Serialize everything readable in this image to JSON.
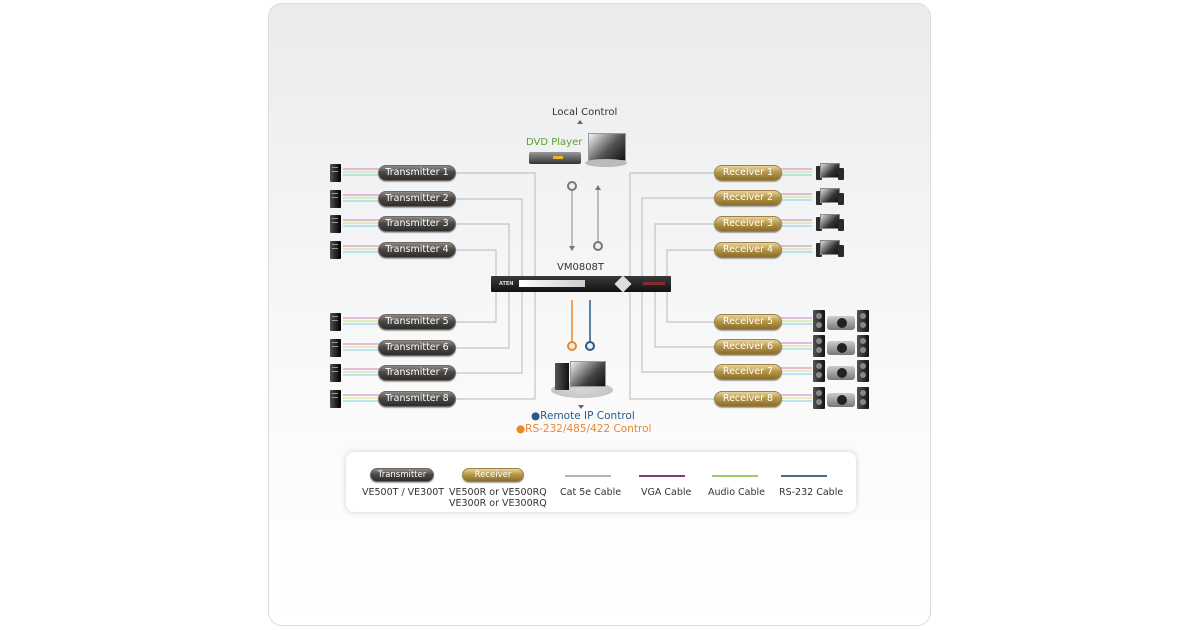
{
  "title": "VM0808T",
  "local_control": {
    "label": "Local Control",
    "dvd_label": "DVD Player",
    "dvd_color": "#5aa02c"
  },
  "switch": {
    "model": "VM0808T",
    "logo": "ATEN"
  },
  "transmitters": [
    {
      "label": "Transmitter 1"
    },
    {
      "label": "Transmitter 2"
    },
    {
      "label": "Transmitter 3"
    },
    {
      "label": "Transmitter 4"
    },
    {
      "label": "Transmitter 5"
    },
    {
      "label": "Transmitter 6"
    },
    {
      "label": "Transmitter 7"
    },
    {
      "label": "Transmitter 8"
    }
  ],
  "receivers": [
    {
      "label": "Receiver 1"
    },
    {
      "label": "Receiver 2"
    },
    {
      "label": "Receiver 3"
    },
    {
      "label": "Receiver 4"
    },
    {
      "label": "Receiver 5"
    },
    {
      "label": "Receiver 6"
    },
    {
      "label": "Receiver 7"
    },
    {
      "label": "Receiver 8"
    }
  ],
  "remote": {
    "ip_label": "Remote IP Control",
    "ip_color": "#2a5a8a",
    "serial_label": "RS-232/485/422 Control",
    "serial_color": "#e8892c"
  },
  "legend": {
    "transmitter_pill": "Transmitter",
    "transmitter_models": "VE500T / VE300T",
    "receiver_pill": "Receiver",
    "receiver_models_1": "VE500R or VE500RQ",
    "receiver_models_2": "VE300R or VE300RQ",
    "cables": [
      {
        "label": "Cat 5e Cable",
        "color": "#b4b4b4"
      },
      {
        "label": "VGA Cable",
        "color": "#8a3a6a"
      },
      {
        "label": "Audio Cable",
        "color": "#9ccc6a"
      },
      {
        "label": "RS-232 Cable",
        "color": "#4a6a8a"
      }
    ]
  },
  "colors": {
    "cat5e": "#c4c4c4",
    "vga": "#d27fb8",
    "audio": "#cde27a",
    "cyan": "#7fd0dc",
    "serial": "#e8892c",
    "ip": "#2a5a8a"
  }
}
